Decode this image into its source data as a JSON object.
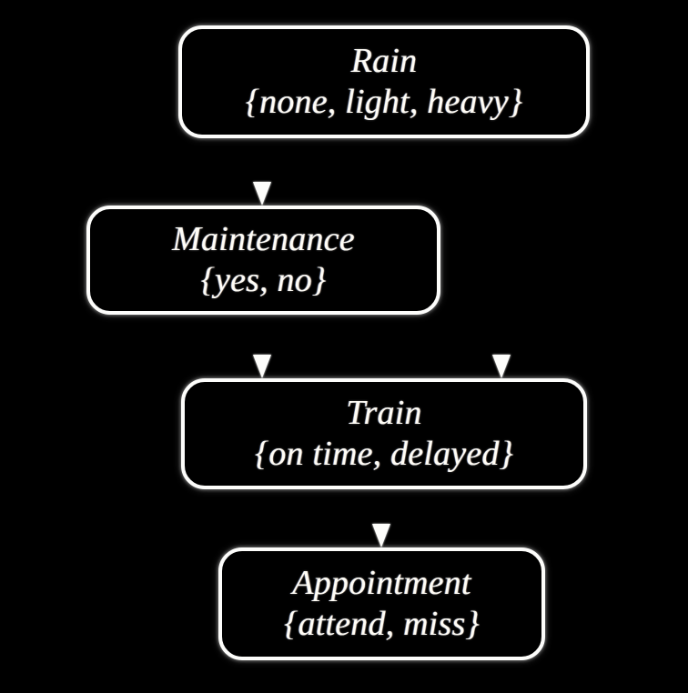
{
  "diagram": {
    "type": "bayesian-network",
    "background_color": "#000000",
    "stroke_color": "#fdfdfb",
    "text_color": "#fffdf6",
    "nodes": [
      {
        "id": "rain",
        "name": "Rain",
        "states_label": "{none, light, heavy}",
        "states": [
          "none",
          "light",
          "heavy"
        ]
      },
      {
        "id": "maintenance",
        "name": "Maintenance",
        "states_label": "{yes, no}",
        "states": [
          "yes",
          "no"
        ]
      },
      {
        "id": "train",
        "name": "Train",
        "states_label": "{on time, delayed}",
        "states": [
          "on time",
          "delayed"
        ]
      },
      {
        "id": "appointment",
        "name": "Appointment",
        "states_label": "{attend, miss}",
        "states": [
          "attend",
          "miss"
        ]
      }
    ],
    "edges": [
      {
        "id": "rain-to-maintenance",
        "from": "Rain",
        "to": "Maintenance"
      },
      {
        "id": "rain-to-train",
        "from": "Rain",
        "to": "Train"
      },
      {
        "id": "maintenance-to-train",
        "from": "Maintenance",
        "to": "Train"
      },
      {
        "id": "train-to-appointment",
        "from": "Train",
        "to": "Appointment"
      }
    ]
  }
}
